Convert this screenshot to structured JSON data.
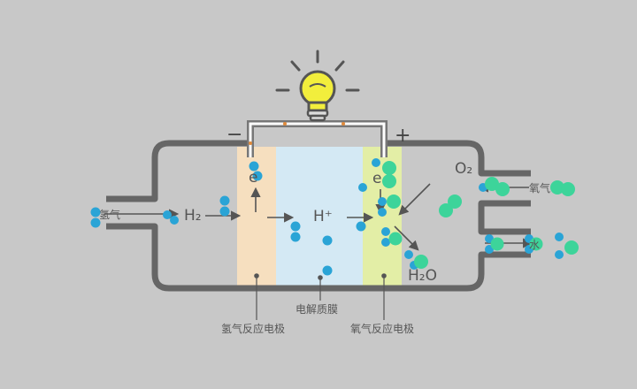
{
  "signs": {
    "negative": "−",
    "positive": "+"
  },
  "labels": {
    "hydrogen_in": "氢气",
    "h2": "H₂",
    "e_left": "e",
    "e_right": "e",
    "h_plus": "H⁺",
    "o2": "O₂",
    "oxygen_in": "氧气",
    "water_out": "水",
    "h2o": "H₂O",
    "membrane": "电解质膜",
    "anode": "氢气反应电极",
    "cathode": "氧气反应电极"
  },
  "colors": {
    "background": "#c8c8c8",
    "outline": "#666666",
    "anode_fill": "#f6dfbf",
    "membrane_fill": "#d4e9f4",
    "cathode_fill": "#e3eea6",
    "hydrogen": "#2aa4d6",
    "oxygen": "#3dd49a",
    "bulb": "#f2ee3c"
  },
  "icons": {
    "bulb": "light-bulb-icon"
  }
}
